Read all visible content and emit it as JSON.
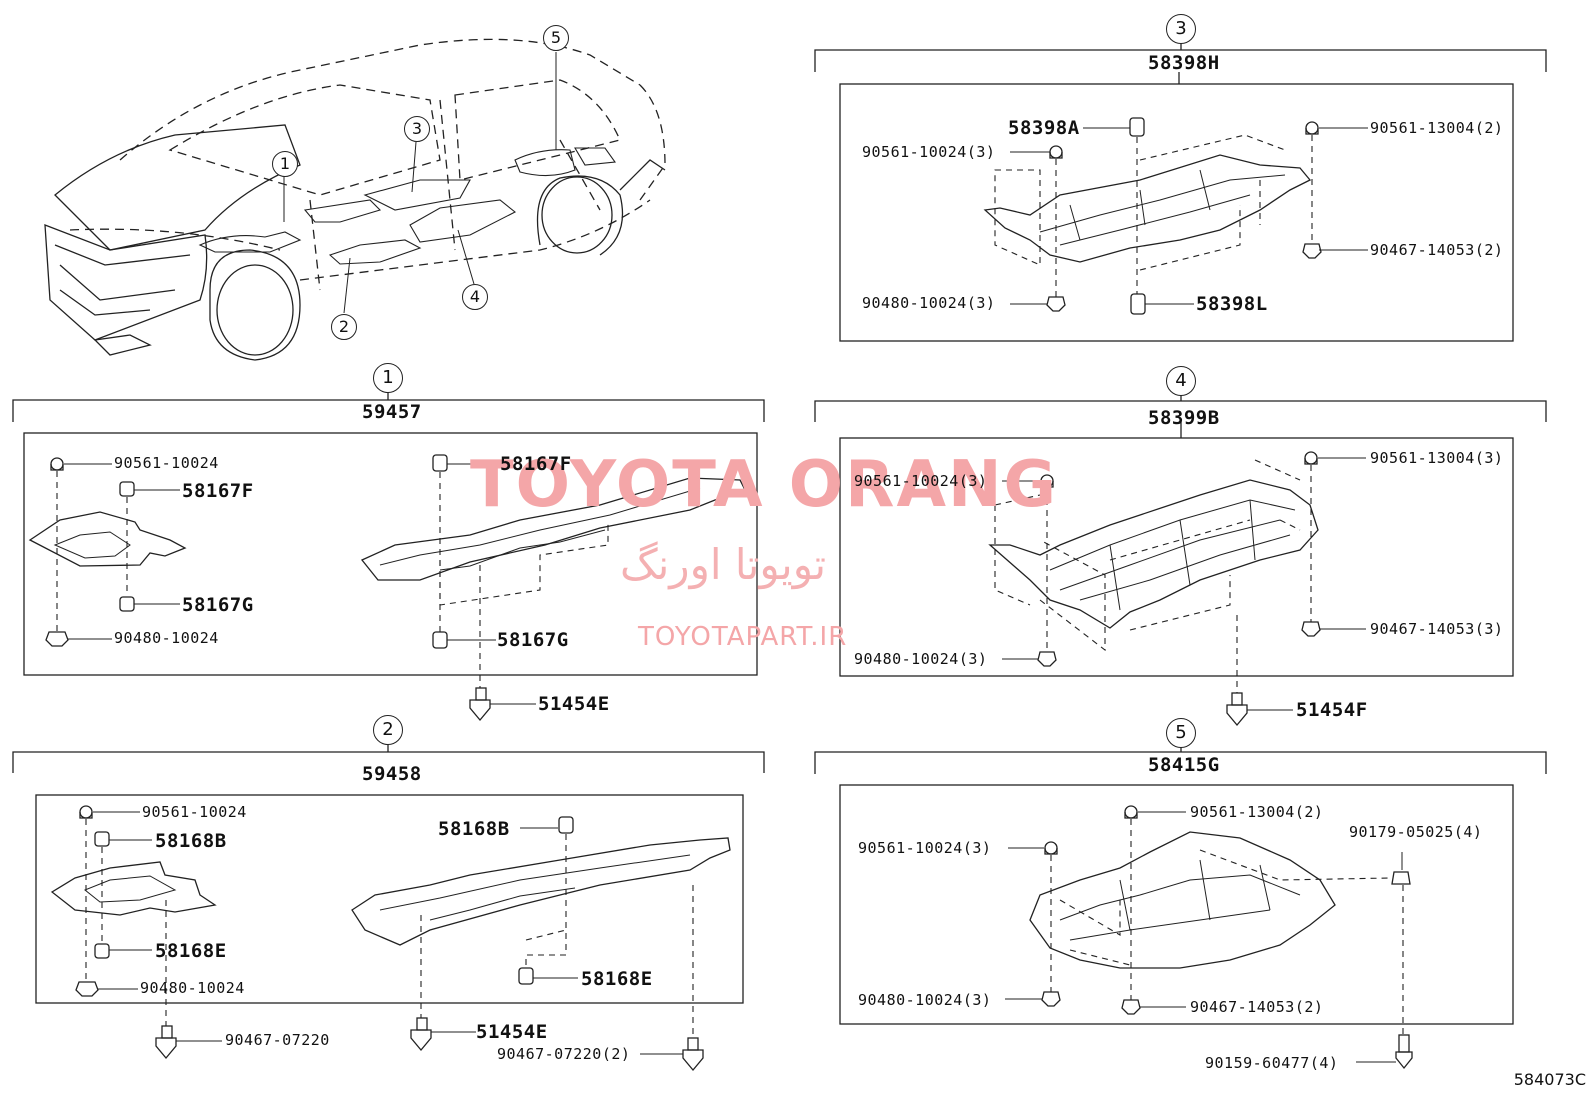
{
  "watermark": {
    "brand": "TOYOTA ORANG",
    "persian": "تویوتا اورنگ",
    "site": "TOYOTAPART.IR"
  },
  "drawing_code": "584073C",
  "overview": {
    "callouts": [
      "1",
      "2",
      "3",
      "4",
      "5"
    ]
  },
  "groups": {
    "g1": {
      "marker": "1",
      "assembly": "59457",
      "parts": {
        "a": "90561-10024",
        "b": "58167F",
        "c": "58167G",
        "d": "90480-10024",
        "e": "58167F",
        "f": "58167G",
        "g": "51454E"
      }
    },
    "g2": {
      "marker": "2",
      "assembly": "59458",
      "parts": {
        "a": "90561-10024",
        "b": "58168B",
        "c": "58168E",
        "d": "90480-10024",
        "e": "58168B",
        "f": "58168E",
        "g": "90467-07220",
        "h": "51454E",
        "i": "90467-07220(2)"
      }
    },
    "g3": {
      "marker": "3",
      "assembly": "58398H",
      "parts": {
        "a": "90561-10024(3)",
        "b": "58398A",
        "c": "90561-13004(2)",
        "d": "90467-14053(2)",
        "e": "90480-10024(3)",
        "f": "58398L"
      }
    },
    "g4": {
      "marker": "4",
      "assembly": "58399B",
      "parts": {
        "a": "90561-10024(3)",
        "b": "90561-13004(3)",
        "c": "90467-14053(3)",
        "d": "90480-10024(3)",
        "e": "51454F"
      }
    },
    "g5": {
      "marker": "5",
      "assembly": "58415G",
      "parts": {
        "a": "90561-13004(2)",
        "b": "90179-05025(4)",
        "c": "90561-10024(3)",
        "d": "90480-10024(3)",
        "e": "90467-14053(2)",
        "f": "90159-60477(4)"
      }
    }
  }
}
